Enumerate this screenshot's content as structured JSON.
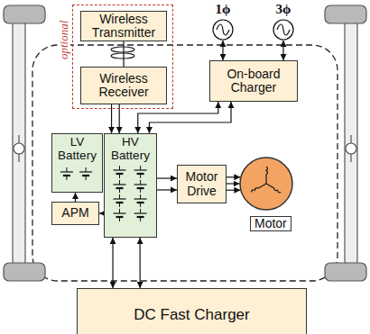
{
  "diagram": {
    "nodes": [
      {
        "text": [
          "optional"
        ]
      },
      {
        "text": [
          "Wireless Transmitter"
        ],
        "in": 0
      },
      {
        "text": [
          "Wireless Receiver"
        ],
        "in": 0
      },
      {
        "text": [
          "1ϕ"
        ]
      },
      {
        "text": [
          "3ϕ"
        ]
      },
      {
        "text": [
          "On-board Charger"
        ]
      },
      {
        "text": [
          "LV Battery"
        ]
      },
      {
        "text": [
          "HV Battery"
        ]
      },
      {
        "text": [
          "APM"
        ]
      },
      {
        "text": [
          "Motor Drive"
        ]
      },
      {
        "text": [
          "Motor"
        ]
      },
      {
        "text": [
          "DC Fast Charger"
        ]
      }
    ],
    "edges": [
      {
        "from": 1,
        "to": 2,
        "arrow": "none"
      },
      {
        "from": 3,
        "to": 5,
        "arrow": "both"
      },
      {
        "from": 4,
        "to": 5,
        "arrow": "both"
      },
      {
        "from": 2,
        "to": 7,
        "arrow": "to"
      },
      {
        "from": 5,
        "to": 7,
        "arrow": "both"
      },
      {
        "from": 7,
        "to": 9,
        "arrow": "to"
      },
      {
        "from": 9,
        "to": 10,
        "arrow": "to"
      },
      {
        "from": 7,
        "to": 8,
        "arrow": "to"
      },
      {
        "from": 8,
        "to": 6,
        "arrow": "to"
      },
      {
        "from": 11,
        "to": 7,
        "arrow": "both"
      }
    ]
  }
}
